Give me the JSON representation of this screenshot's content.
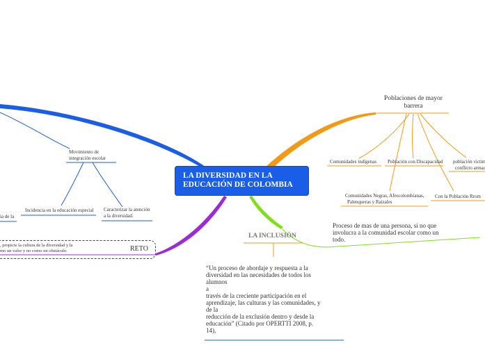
{
  "central": {
    "line1": "LA DIVERSIDAD  EN LA",
    "line2": "EDUCACIÓN DE COLOMBIA"
  },
  "left_branch": {
    "movimiento": {
      "line1": "Movimiento de",
      "line2": "integración escolar"
    },
    "incidencia": "Incidencia en la educación especial",
    "caracterizar": {
      "line1": "Caracterizar la atención",
      "line2": "a la diversidad."
    },
    "cut_label": "ia de la"
  },
  "reto": {
    "title": "RETO",
    "text_line1": ", propicie la cultura de la diversidad y la",
    "text_line2": "mo un valor y no como un obstáculo."
  },
  "right_branch": {
    "title": {
      "line1": "Poblaciones de mayor",
      "line2": "barrera"
    },
    "items": {
      "indigenas": "Comunidades indígenas",
      "discapacidad": "Población con Discapacidad",
      "victimas": {
        "line1": "población victim",
        "line2": "conflicto armad"
      },
      "negras": {
        "line1": "Comunidades Negras, Afrocolombianas,",
        "line2": "Palenqueras y Raizales"
      },
      "rrom": "Con la Población Rrom"
    }
  },
  "inclusion": {
    "title": "LA INCLUSIÓN",
    "definition": [
      "Proceso de mas de una persona, si no que",
      "involucra a la comunidad escolar como un",
      "todo."
    ],
    "quote": [
      "“Un proceso de abordaje y respuesta a la",
      "diversidad en las necesidades de todos los",
      "alumnos",
      "a",
      "través de la creciente participación en el",
      "aprendizaje, las culturas y las comunidades, y",
      "de la",
      "reducción de la exclusión dentro y desde la",
      "educación” (Citado por OPERTTI 2008, p.",
      "14),"
    ]
  },
  "colors": {
    "central_bg": "#1a5ee8",
    "blue_branch": "#1a5ee8",
    "orange_branch": "#f39a14",
    "purple_branch": "#9b2bd8",
    "green_branch": "#7fe01a",
    "blue_underline": "#1a5ee8",
    "orange_underline": "#f39a14"
  }
}
